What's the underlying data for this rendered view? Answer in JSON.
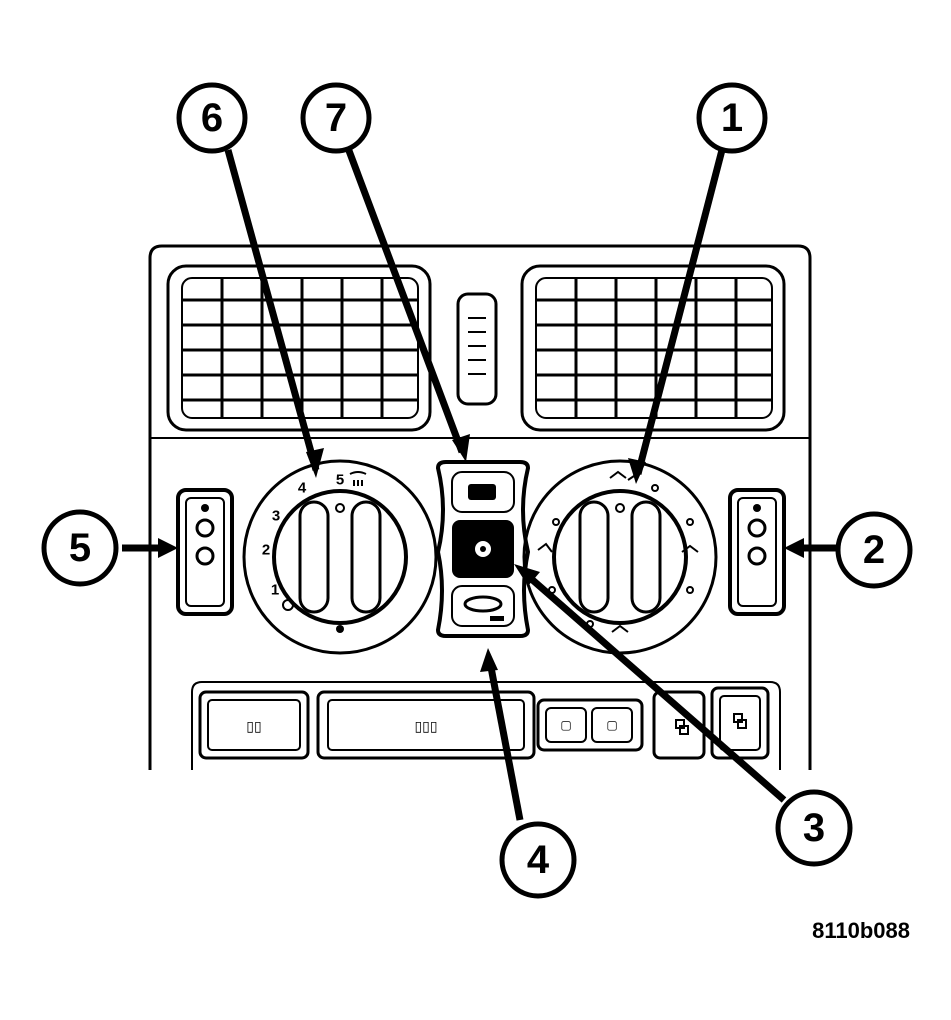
{
  "figure_id": "8110b088",
  "callouts": [
    {
      "id": "callout-1",
      "label": "1"
    },
    {
      "id": "callout-2",
      "label": "2"
    },
    {
      "id": "callout-3",
      "label": "3"
    },
    {
      "id": "callout-4",
      "label": "4"
    },
    {
      "id": "callout-5",
      "label": "5"
    },
    {
      "id": "callout-6",
      "label": "6"
    },
    {
      "id": "callout-7",
      "label": "7"
    }
  ],
  "blower_dial": {
    "positions": [
      "1",
      "2",
      "3",
      "4",
      "5"
    ]
  },
  "button_labels": {
    "left_button": "▯▯",
    "center_button": "▯▯▯",
    "small_button_a": "▢",
    "small_button_b": "▢"
  }
}
